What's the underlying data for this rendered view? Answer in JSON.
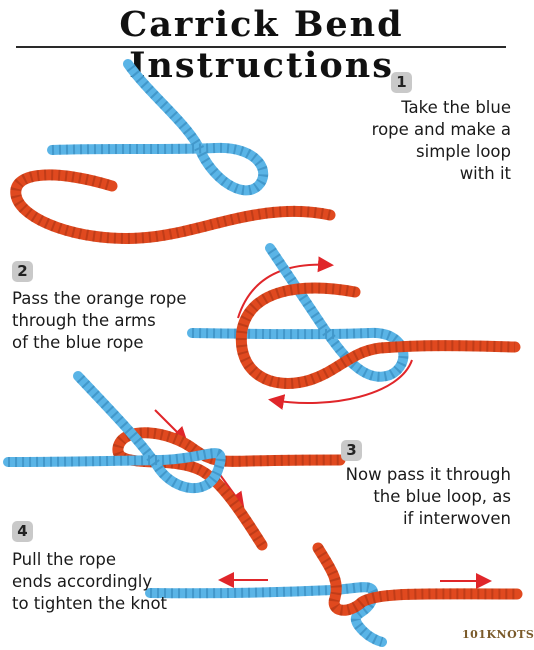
{
  "title": "Carrick Bend Instructions",
  "steps": [
    {
      "number": "1",
      "lines": [
        "Take the blue",
        "rope and make a",
        "simple loop",
        "with it"
      ]
    },
    {
      "number": "2",
      "lines": [
        "Pass the orange rope",
        "through the arms",
        "of the blue rope"
      ]
    },
    {
      "number": "3",
      "lines": [
        "Now pass it through",
        "the blue loop, as",
        "if interwoven"
      ]
    },
    {
      "number": "4",
      "lines": [
        "Pull the rope",
        "ends accordingly",
        "to tighten the knot"
      ]
    }
  ],
  "brand": "101KNOTS",
  "colors": {
    "blue_rope": "#5ab4e6",
    "orange_rope": "#e0491f",
    "arrow": "#e0262a",
    "badge": "#c9c9c9"
  }
}
